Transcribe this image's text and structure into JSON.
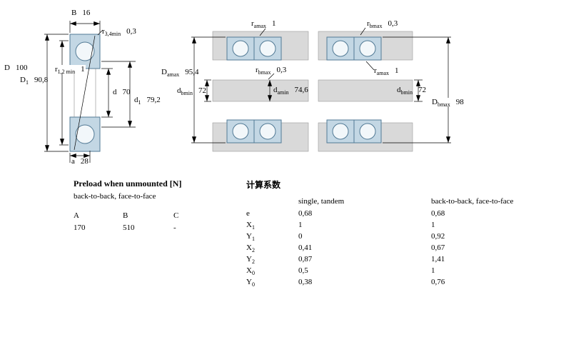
{
  "diagram": {
    "left": {
      "b": {
        "base": "B",
        "sub": "",
        "value": "16"
      },
      "r34": {
        "base": "r",
        "sub": "3,4min",
        "value": "0,3"
      },
      "D": {
        "base": "D",
        "sub": "",
        "value": "100"
      },
      "D1": {
        "base": "D",
        "sub": "1",
        "value": "90,8"
      },
      "r12": {
        "base": "r",
        "sub": "1,2 min",
        "value": "1"
      },
      "d": {
        "base": "d",
        "sub": "",
        "value": "70"
      },
      "d1": {
        "base": "d",
        "sub": "1",
        "value": "79,2"
      },
      "a": {
        "base": "a",
        "sub": "",
        "value": "28"
      }
    },
    "middle": {
      "ramax": {
        "base": "r",
        "sub": "amax",
        "value": "1"
      },
      "Damax": {
        "base": "D",
        "sub": "amax",
        "value": "95,4"
      },
      "rbmax": {
        "base": "r",
        "sub": "bmax",
        "value": "0,3"
      },
      "dbmin": {
        "base": "d",
        "sub": "bmin",
        "value": "72"
      },
      "damin": {
        "base": "d",
        "sub": "amin",
        "value": "74,6"
      }
    },
    "right": {
      "rbmax": {
        "base": "r",
        "sub": "bmax",
        "value": "0,3"
      },
      "ramax": {
        "base": "r",
        "sub": "amax",
        "value": "1"
      },
      "dbmin": {
        "base": "d",
        "sub": "bmin",
        "value": "72"
      },
      "Dbmax": {
        "base": "D",
        "sub": "bmax",
        "value": "98"
      }
    }
  },
  "preload": {
    "title": "Preload when unmounted [N]",
    "subtitle": "back-to-back, face-to-face",
    "columns": [
      "A",
      "B",
      "C"
    ],
    "values": [
      "170",
      "510",
      "-"
    ]
  },
  "factors": {
    "title": "计算系数",
    "col_single": "single, tandem",
    "col_pair": "back-to-back, face-to-face",
    "rows": [
      {
        "base": "e",
        "sub": "",
        "single": "0,68",
        "pair": "0,68"
      },
      {
        "base": "X",
        "sub": "1",
        "single": "1",
        "pair": "1"
      },
      {
        "base": "Y",
        "sub": "1",
        "single": "0",
        "pair": "0,92"
      },
      {
        "base": "X",
        "sub": "2",
        "single": "0,41",
        "pair": "0,67"
      },
      {
        "base": "Y",
        "sub": "2",
        "single": "0,87",
        "pair": "1,41"
      },
      {
        "base": "X",
        "sub": "0",
        "single": "0,5",
        "pair": "1"
      },
      {
        "base": "Y",
        "sub": "0",
        "single": "0,38",
        "pair": "0,76"
      }
    ]
  },
  "colors": {
    "bearing_fill": "#c3d7e4",
    "bearing_stroke": "#527a95",
    "housing_fill": "#d9d9d9",
    "line": "#000000"
  }
}
